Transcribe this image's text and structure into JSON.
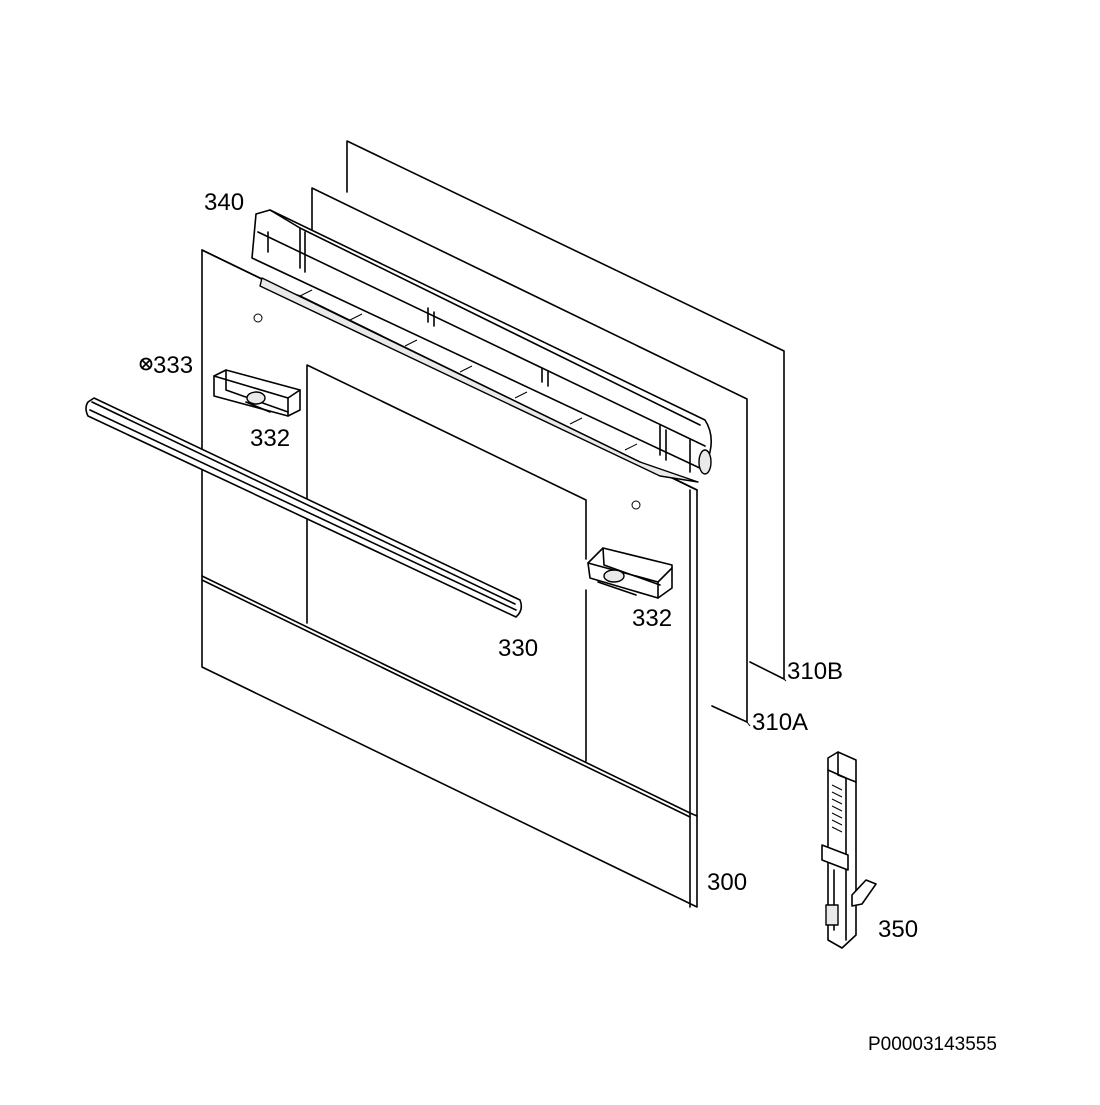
{
  "diagram": {
    "labels": {
      "p340": "340",
      "p333": "333",
      "p332a": "332",
      "p332b": "332",
      "p330": "330",
      "p310b": "310B",
      "p310a": "310A",
      "p300": "300",
      "p350": "350"
    },
    "drawing_number": "P00003143555"
  }
}
